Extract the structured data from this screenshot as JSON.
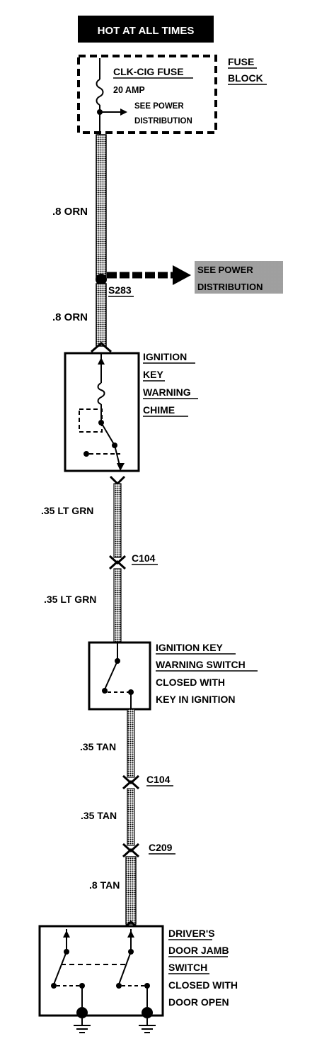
{
  "header": {
    "title": "HOT AT ALL TIMES"
  },
  "fuse": {
    "name": "CLK-CIG FUSE",
    "rating": "20 AMP",
    "see_line1": "SEE POWER",
    "see_line2": "DISTRIBUTION",
    "block_line1": "FUSE",
    "block_line2": "BLOCK"
  },
  "wires": {
    "w1": ".8 ORN",
    "w2": ".8 ORN",
    "w3": ".35 LT GRN",
    "w4": ".35 LT GRN",
    "w5": ".35 TAN",
    "w6": ".35 TAN",
    "w7": ".8 TAN"
  },
  "splice": {
    "id": "S283",
    "see_line1": "SEE POWER",
    "see_line2": "DISTRIBUTION"
  },
  "chime": {
    "line1": "IGNITION",
    "line2": "KEY",
    "line3": "WARNING",
    "line4": "CHIME"
  },
  "connectors": {
    "c1": "C104",
    "c2": "C104",
    "c3": "C209"
  },
  "warning_switch": {
    "line1": "IGNITION KEY",
    "line2": "WARNING SWITCH",
    "line3": "CLOSED WITH",
    "line4": "KEY IN IGNITION"
  },
  "door_switch": {
    "line1": "DRIVER'S",
    "line2": "DOOR JAMB",
    "line3": "SWITCH",
    "line4": "CLOSED WITH",
    "line5": "DOOR OPEN"
  }
}
